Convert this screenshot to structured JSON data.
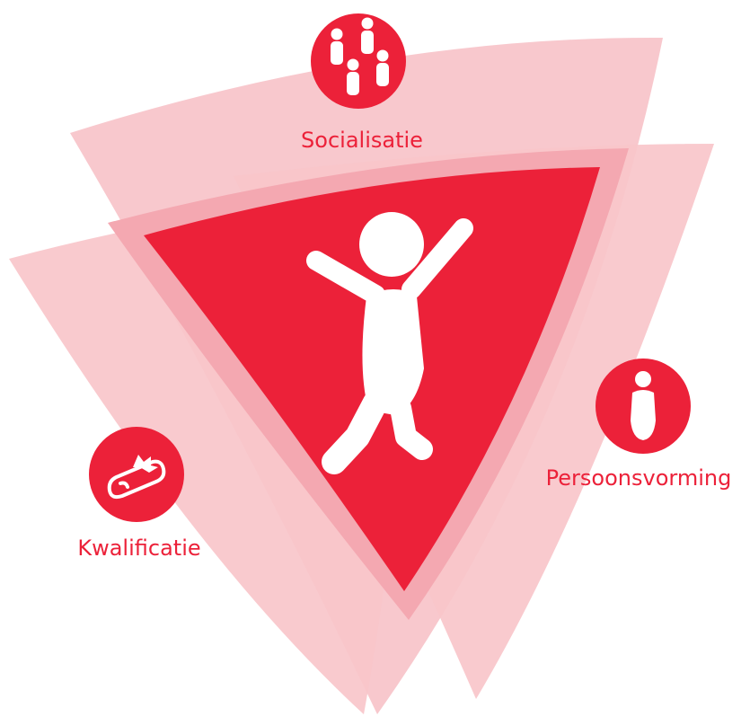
{
  "colors": {
    "accent": "#ec2139",
    "petal": "#f8c5ca",
    "overlap": "#f4a8b1",
    "icon_fg": "#ffffff"
  },
  "domains": {
    "socialisatie": {
      "label": "Socialisatie",
      "icon": "people-group-icon"
    },
    "kwalificatie": {
      "label": "Kwalificatie",
      "icon": "diploma-scroll-icon"
    },
    "persoonsvorming": {
      "label": "Persoonsvorming",
      "icon": "person-icon"
    }
  },
  "center": {
    "icon": "jumping-child-icon"
  }
}
